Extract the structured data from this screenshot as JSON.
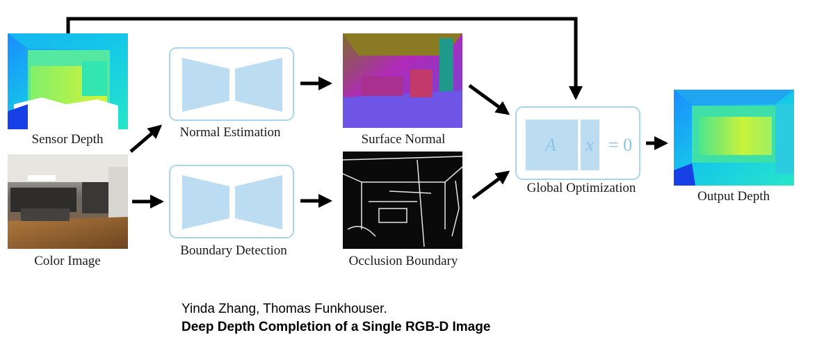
{
  "diagram": {
    "inputs": {
      "sensor_depth": "Sensor Depth",
      "color_image": "Color Image"
    },
    "networks": {
      "normal_estimation": "Normal Estimation",
      "boundary_detection": "Boundary Detection"
    },
    "intermediates": {
      "surface_normal": "Surface Normal",
      "occlusion_boundary": "Occlusion Boundary"
    },
    "optimization": {
      "label": "Global Optimization",
      "eq_A": "A",
      "eq_x": "x",
      "eq_rest": "= 0"
    },
    "output": {
      "label": "Output Depth"
    },
    "colors": {
      "network_box_border": "#a9d6ef",
      "network_shape": "#bcdcf1",
      "arrow": "#000000"
    }
  },
  "credits": {
    "authors": "Yinda Zhang, Thomas Funkhouser.",
    "title": "Deep Depth Completion of a Single RGB-D Image"
  }
}
